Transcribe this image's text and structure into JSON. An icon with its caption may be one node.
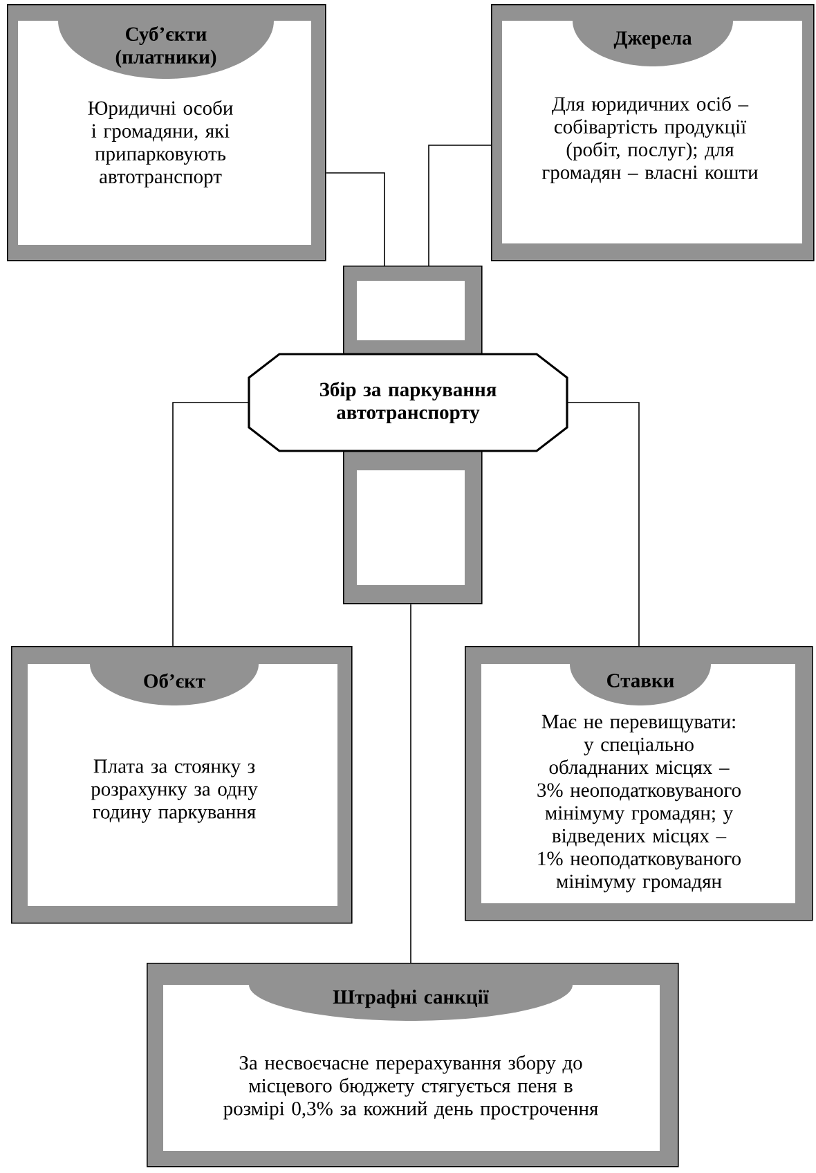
{
  "diagram": {
    "nodes": [
      {
        "text": [
          "Суб’єкти (платники)",
          "Юридичні особи і громадяни, які припарковують автотранспорт"
        ]
      },
      {
        "text": [
          "Джерела",
          "Для юридичних осіб – собівартість продукції (робіт, послуг); для громадян – власні кошти"
        ]
      },
      {
        "text": [],
        "shape": "box"
      },
      {
        "text": [
          "Збір за паркування автотранспорту"
        ]
      },
      {
        "text": [],
        "shape": "box"
      },
      {
        "text": [
          "Об’єкт",
          "Плата за стоянку з розрахунку за одну годину паркування"
        ]
      },
      {
        "text": [
          "Ставки",
          "Має не перевищувати: у спеціально обладнаних місцях – 3% неоподатковуваного мінімуму громадян; у відведених місцях – 1% неоподатковуваного мінімуму громадян"
        ]
      },
      {
        "text": [
          "Штрафні санкції",
          "За несвоєчасне перерахування збору до місцевого бюджету стягується пеня в розмірі 0,3% за кожний день прострочення"
        ]
      }
    ],
    "edges": [
      {
        "from": 0,
        "to": 2,
        "arrow": "none"
      },
      {
        "from": 1,
        "to": 2,
        "arrow": "none"
      },
      {
        "from": 3,
        "to": 5,
        "arrow": "none"
      },
      {
        "from": 3,
        "to": 6,
        "arrow": "none"
      },
      {
        "from": 4,
        "to": 7,
        "arrow": "none"
      }
    ]
  }
}
